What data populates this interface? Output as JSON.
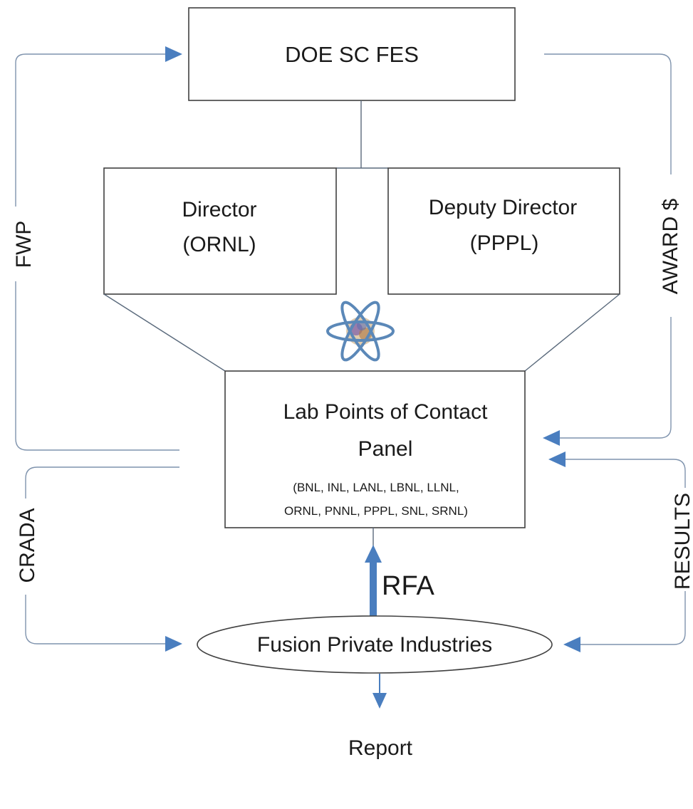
{
  "nodes": {
    "doe": "DOE SC FES",
    "director": {
      "line1": "Director",
      "line2": "(ORNL)"
    },
    "deputy": {
      "line1": "Deputy Director",
      "line2": "(PPPL)"
    },
    "panel": {
      "line1": "Lab Points of Contact",
      "line2": "Panel",
      "labs_line1": "(BNL, INL, LANL, LBNL, LLNL,",
      "labs_line2": "ORNL, PNNL,  PPPL, SNL, SRNL)"
    },
    "industry": "Fusion Private Industries",
    "report": "Report"
  },
  "edges": {
    "fwp": "FWP",
    "award": "AWARD $",
    "cradа": "",
    "cra": "",
    "crada": "CRADA",
    "results": "RESULTS",
    "rfa": "RFA"
  },
  "icons": {
    "center": "atom-icon"
  },
  "colors": {
    "arrow": "#4a7ebf",
    "line": "#7f93ad",
    "box_border": "#404040"
  }
}
